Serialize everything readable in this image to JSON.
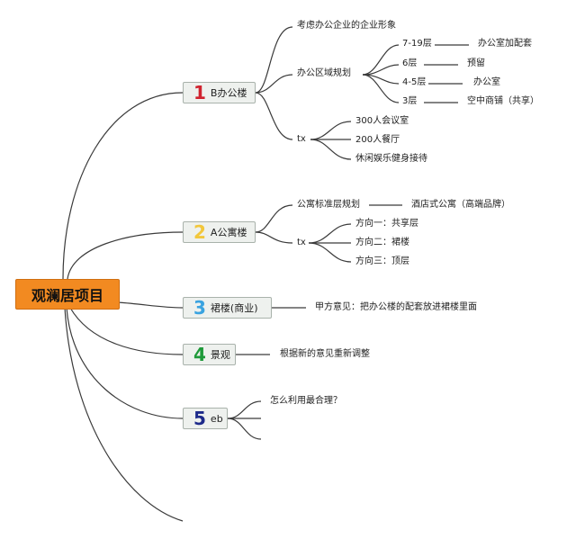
{
  "root": {
    "label": "观澜居项目"
  },
  "branches": [
    {
      "num": "1",
      "label": "B办公楼",
      "children": [
        {
          "label": "考虑办公企业的企业形象"
        },
        {
          "label": "办公区域规划",
          "children": [
            {
              "label": "7-19层",
              "note": "办公室加配套"
            },
            {
              "label": "6层",
              "note": "预留"
            },
            {
              "label": "4-5层",
              "note": "办公室"
            },
            {
              "label": "3层",
              "note": "空中商铺（共享）"
            }
          ]
        },
        {
          "label": "tx",
          "children": [
            {
              "label": "300人会议室"
            },
            {
              "label": "200人餐厅"
            },
            {
              "label": "休闲娱乐健身接待"
            }
          ]
        }
      ]
    },
    {
      "num": "2",
      "label": "A公寓楼",
      "children": [
        {
          "label": "公寓标准层规划",
          "note": "酒店式公寓（高端品牌）"
        },
        {
          "label": "tx",
          "children": [
            {
              "label": "方向一：共享层"
            },
            {
              "label": "方向二：裙楼"
            },
            {
              "label": "方向三：顶层"
            }
          ]
        }
      ]
    },
    {
      "num": "3",
      "label": "裙楼(商业)",
      "note": "甲方意见：把办公楼的配套放进裙楼里面"
    },
    {
      "num": "4",
      "label": "景观",
      "note": "根据新的意见重新调整"
    },
    {
      "num": "5",
      "label": "eb",
      "children": [
        {
          "label": "怎么利用最合理？"
        }
      ]
    }
  ],
  "colors": {
    "root_fill": "#f28a21",
    "line": "#3a3a3a",
    "branch_fill": "#eef1ee",
    "num1": "#d0232f",
    "num2": "#f2c73c",
    "num3": "#3aa3e0",
    "num4": "#1f9a3a",
    "num5": "#1d2a8a"
  }
}
